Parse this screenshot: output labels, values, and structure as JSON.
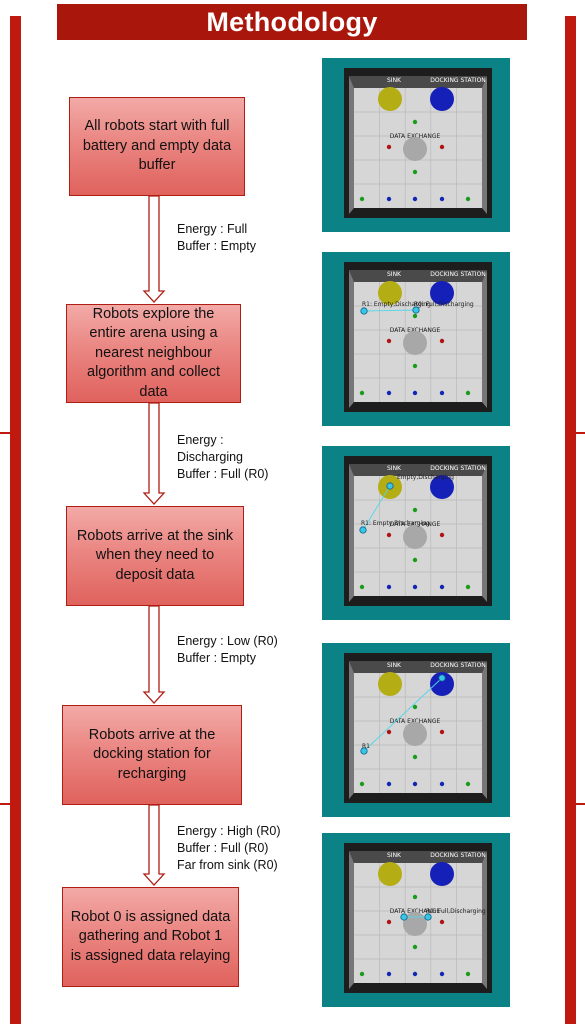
{
  "title": "Methodology",
  "colors": {
    "accent": "#a9170c",
    "panel_bg": "#0b8285"
  },
  "steps": [
    {
      "lines": [
        "All robots start with full",
        "battery and empty data",
        "buffer"
      ]
    },
    {
      "lines": [
        "Robots explore the",
        "entire arena using a",
        "nearest neighbour",
        "algorithm and collect",
        "data"
      ]
    },
    {
      "lines": [
        "Robots arrive at the sink",
        "when they need to",
        "deposit data"
      ]
    },
    {
      "lines": [
        "Robots arrive at the",
        "docking station for",
        "recharging"
      ]
    },
    {
      "lines": [
        "Robot 0 is assigned data",
        "gathering and Robot 1",
        "is assigned data relaying"
      ]
    }
  ],
  "conditions": [
    {
      "lines": [
        "Energy : Full",
        "Buffer : Empty"
      ]
    },
    {
      "lines": [
        "Energy :",
        "Discharging",
        "Buffer : Full (R0)"
      ]
    },
    {
      "lines": [
        "Energy : Low (R0)",
        "Buffer : Empty"
      ]
    },
    {
      "lines": [
        "Energy : High (R0)",
        "Buffer : Full (R0)",
        "Far from sink (R0)"
      ]
    }
  ],
  "arena": {
    "sink_label": "SINK",
    "dock_label": "DOCKING STATION",
    "exchange_label": "DATA EXCHANGE"
  },
  "panels": [
    {
      "robot_labels": []
    },
    {
      "robot_labels": [
        "R1: Empty,Discharging",
        "R0: Full,Discharging"
      ]
    },
    {
      "robot_labels": [
        "R1: Empty,Discharging",
        "Empty,Discharging"
      ]
    },
    {
      "robot_labels": [
        "R1"
      ]
    },
    {
      "robot_labels": [
        "R0: Full,Discharging"
      ]
    }
  ]
}
